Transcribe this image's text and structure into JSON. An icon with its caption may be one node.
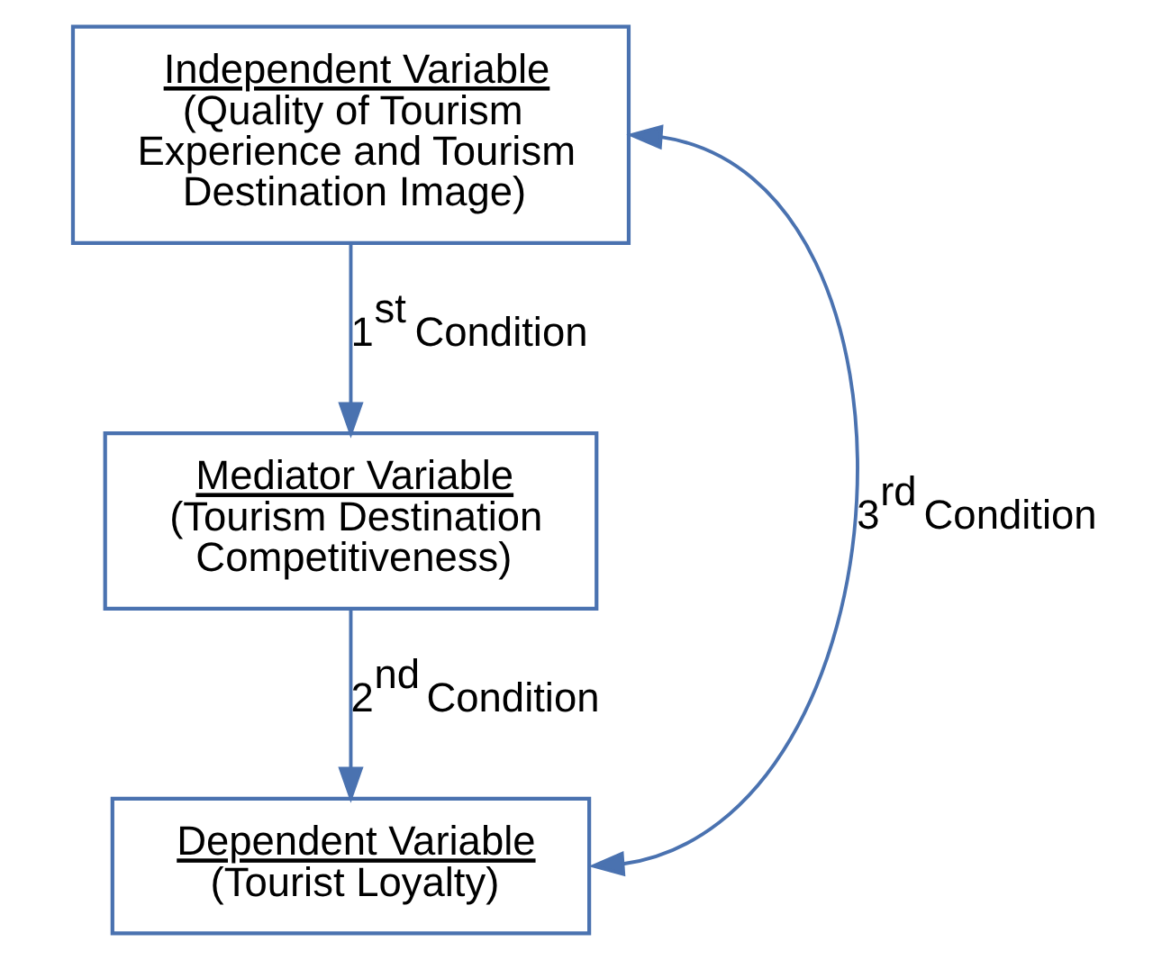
{
  "diagram": {
    "nodes": [
      {
        "text": [
          "Independent Variable",
          "(Quality of Tourism Experience and Tourism Destination Image)"
        ]
      },
      {
        "text": [
          "Mediator Variable",
          "(Tourism Destination Competitiveness)"
        ]
      },
      {
        "text": [
          "Dependent Variable",
          "(Tourist Loyalty)"
        ]
      }
    ],
    "edges": [
      {
        "from": 0,
        "to": 1,
        "arrow": "to",
        "label": "1$^{st}$ Condition"
      },
      {
        "from": 1,
        "to": 2,
        "arrow": "to",
        "label": "2$^{nd}$ Condition"
      },
      {
        "from": 2,
        "to": 0,
        "arrow": "both",
        "label": "3$^{rd}$ Condition"
      }
    ]
  }
}
